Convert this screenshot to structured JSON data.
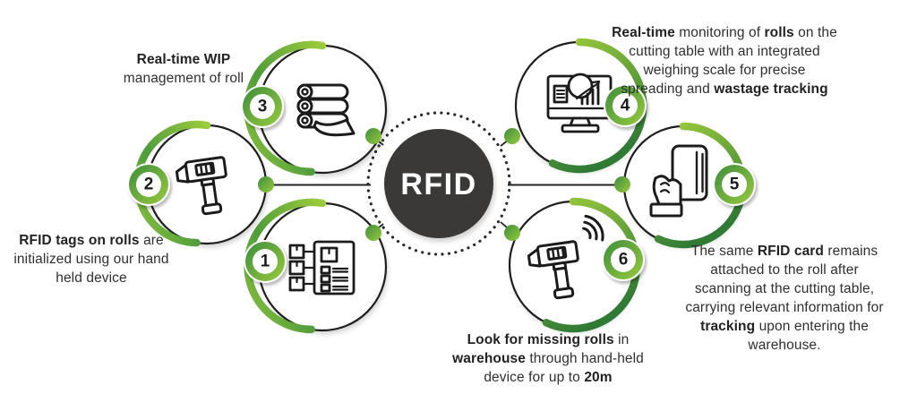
{
  "center": {
    "label": "RFID"
  },
  "steps": {
    "s1": {
      "number": "1",
      "icon": "inventory-list-icon"
    },
    "s2": {
      "number": "2",
      "icon": "handheld-scanner-icon"
    },
    "s3": {
      "number": "3",
      "icon": "fabric-rolls-icon"
    },
    "s4": {
      "number": "4",
      "icon": "monitor-analytics-icon"
    },
    "s5": {
      "number": "5",
      "icon": "card-in-hand-icon"
    },
    "s6": {
      "number": "6",
      "icon": "scanner-signal-icon"
    }
  },
  "notes": {
    "wip": {
      "bold": "Real-time WIP",
      "rest": "management of roll"
    },
    "tags": {
      "b1": "RFID tags on rolls",
      "r1": " are initialized using our hand held device"
    },
    "monitoring": {
      "b1": "Real-time",
      "r1": " monitoring of ",
      "b2": "rolls",
      "r2": " on the cutting table with an integrated weighing scale for precise spreading and ",
      "b3": "wastage tracking"
    },
    "card": {
      "r1": "The same ",
      "b1": "RFID card",
      "r2": " remains attached to the roll after scanning at the cutting table, carrying relevant information for ",
      "b2": "tracking",
      "r3": " upon entering the warehouse."
    },
    "missing": {
      "b1": "Look for missing rolls",
      "r1": " in ",
      "b2": "warehouse",
      "r2": " through hand-held device for up to ",
      "b3": "20m"
    }
  },
  "colors": {
    "green_light": "#9ccb3c",
    "green_dark": "#2f7a35",
    "badge_green": "#8dc63f",
    "center_circle": "#3a3938",
    "outline": "#1e1e1e",
    "text": "#2f2f2f",
    "background": "#ffffff"
  }
}
